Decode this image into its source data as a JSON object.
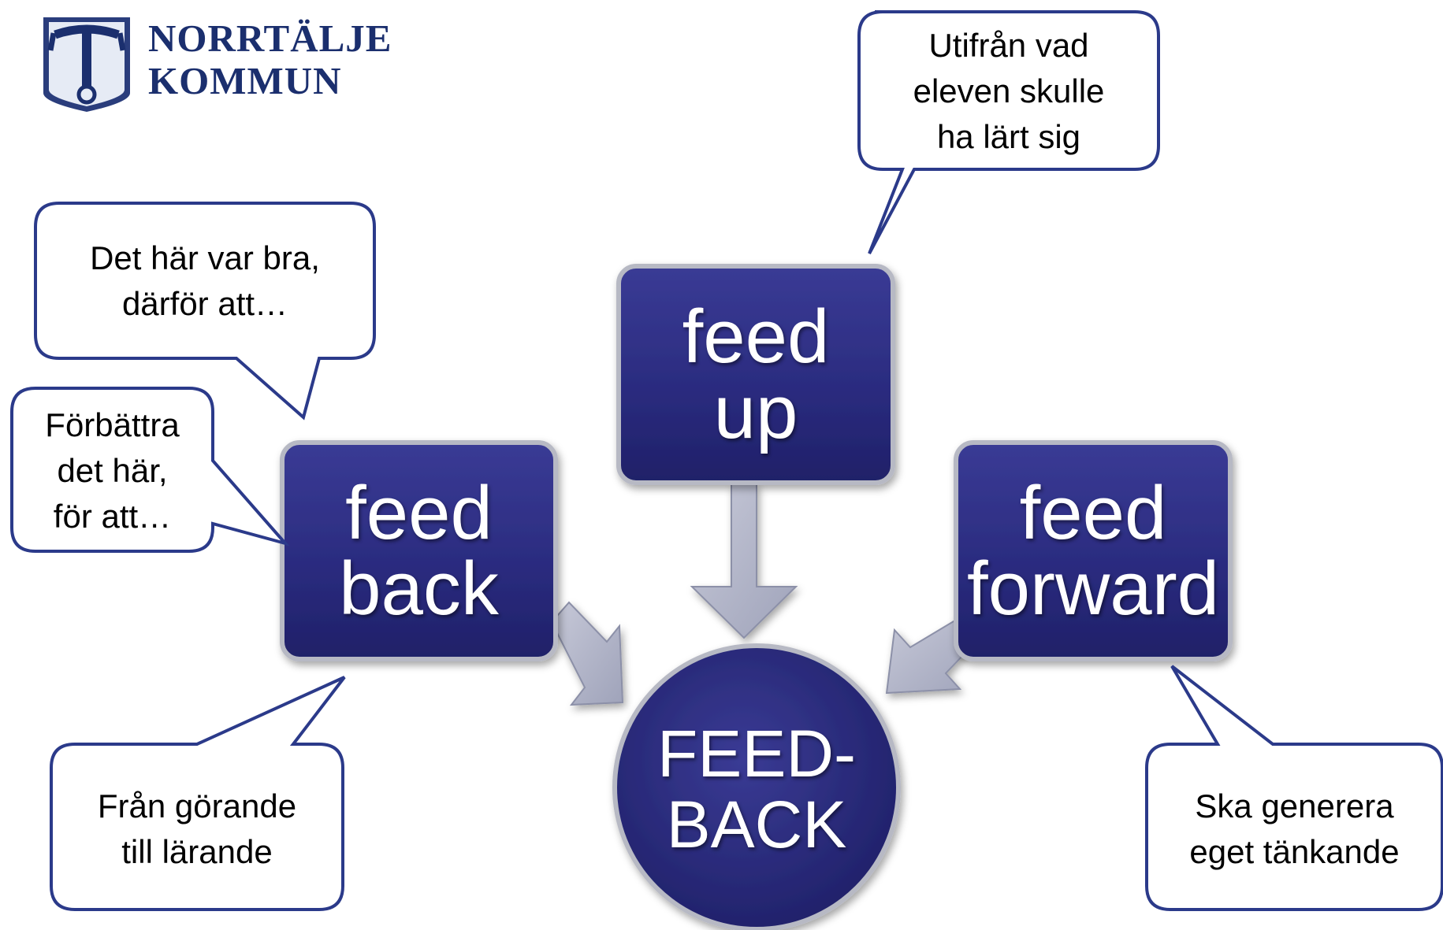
{
  "logo": {
    "name": "NORRTÄLJE KOMMUN",
    "line1": "NORRTÄLJE",
    "line2": "KOMMUN"
  },
  "nodes": {
    "feed_up": {
      "line1": "feed",
      "line2": "up"
    },
    "feed_back": {
      "line1": "feed",
      "line2": "back"
    },
    "feed_forward": {
      "line1": "feed",
      "line2": "forward"
    },
    "center": {
      "line1": "FEED-",
      "line2": "BACK"
    }
  },
  "bubbles": {
    "feed_up_note": {
      "lines": [
        "Utifrån vad",
        "eleven skulle",
        "ha lärt sig"
      ]
    },
    "feedback_good": {
      "lines": [
        "Det här var bra,",
        "därför att…"
      ]
    },
    "feedback_improve": {
      "lines": [
        "Förbättra",
        "det här,",
        "för att…"
      ]
    },
    "feedback_learning": {
      "lines": [
        "Från görande",
        "till lärande"
      ]
    },
    "feedforward_note": {
      "lines": [
        "Ska generera",
        "eget tänkande"
      ]
    }
  },
  "colors": {
    "box_fill": "#2b2c80",
    "box_border": "#b7b9c4",
    "arrow_fill": "#b3b6c9",
    "bubble_border": "#2b3a8a",
    "logo_blue": "#1b2f6e",
    "logo_shield": "#2a3d7c"
  }
}
